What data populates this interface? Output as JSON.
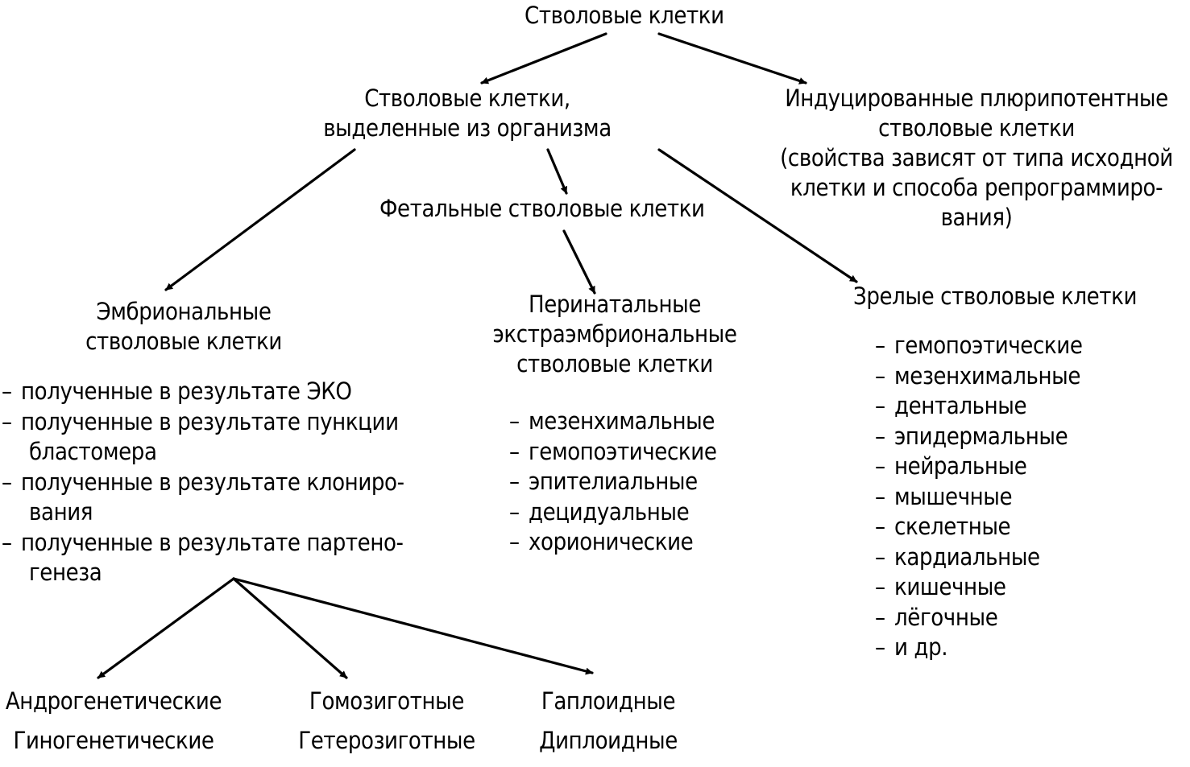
{
  "root": "Стволовые клетки",
  "isolated": [
    "Стволовые клетки,",
    "выделенные из организма"
  ],
  "induced": [
    "Индуцированные плюрипотентные",
    "стволовые клетки",
    "(свойства зависят от типа исходной",
    "клетки и способа репрограммиро-",
    "вания)"
  ],
  "fetal": "Фетальные стволовые клетки",
  "embryonic": {
    "title": [
      "Эмбриональные",
      "стволовые клетки"
    ],
    "items": [
      [
        "полученные в результате ЭКО"
      ],
      [
        "полученные в результате пункции",
        "бластомера"
      ],
      [
        "полученные в результате клониро-",
        "вания"
      ],
      [
        "полученные в результате партено-",
        "генеза"
      ]
    ]
  },
  "perinatal": {
    "title": [
      "Перинатальные",
      "экстраэмбриональные",
      "стволовые клетки"
    ],
    "items": [
      "мезенхимальные",
      "гемопоэтические",
      "эпителиальные",
      "децидуальные",
      "хорионические"
    ]
  },
  "mature": {
    "title": "Зрелые стволовые клетки",
    "items": [
      "гемопоэтические",
      "мезенхимальные",
      "дентальные",
      "эпидермальные",
      "нейральные",
      "мышечные",
      "скелетные",
      "кардиальные",
      "кишечные",
      "лёгочные",
      "и др."
    ]
  },
  "bottom": [
    [
      "Андрогенетические",
      "Гиногенетические"
    ],
    [
      "Гомозиготные",
      "Гетерозиготные"
    ],
    [
      "Гаплоидные",
      "Диплоидные"
    ]
  ],
  "dash": "–",
  "colors": {
    "ink": "#000000",
    "background": "#ffffff"
  }
}
